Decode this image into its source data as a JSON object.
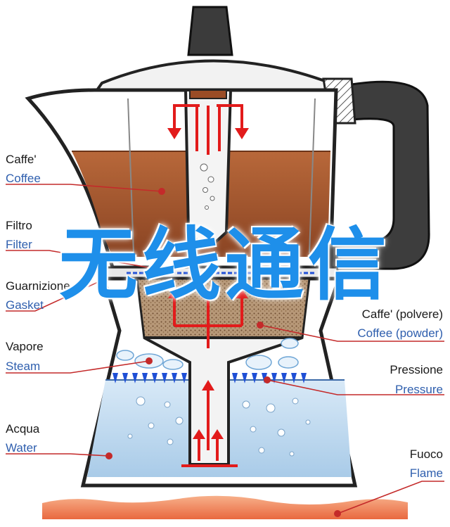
{
  "overlay_text": "无线通信",
  "labels": {
    "caffe": {
      "it": "Caffe'",
      "en": "Coffee"
    },
    "filtro": {
      "it": "Filtro",
      "en": "Filter"
    },
    "guarnizione": {
      "it": "Guarnizione",
      "en": "Gasket"
    },
    "vapore": {
      "it": "Vapore",
      "en": "Steam"
    },
    "acqua": {
      "it": "Acqua",
      "en": "Water"
    },
    "caffe_polvere": {
      "it": "Caffe' (polvere)",
      "en": "Coffee (powder)"
    },
    "pressione": {
      "it": "Pressione",
      "en": "Pressure"
    },
    "fuoco": {
      "it": "Fuoco",
      "en": "Flame"
    }
  },
  "colors": {
    "coffee": "#a0552b",
    "water": "#bcd8ef",
    "arrow": "#e21b1b",
    "pressure_arrow": "#1f4fd6",
    "leader": "#c42a2a",
    "overlay": "#1e8fea",
    "outline": "#222222",
    "handle": "#3a3a3a"
  }
}
